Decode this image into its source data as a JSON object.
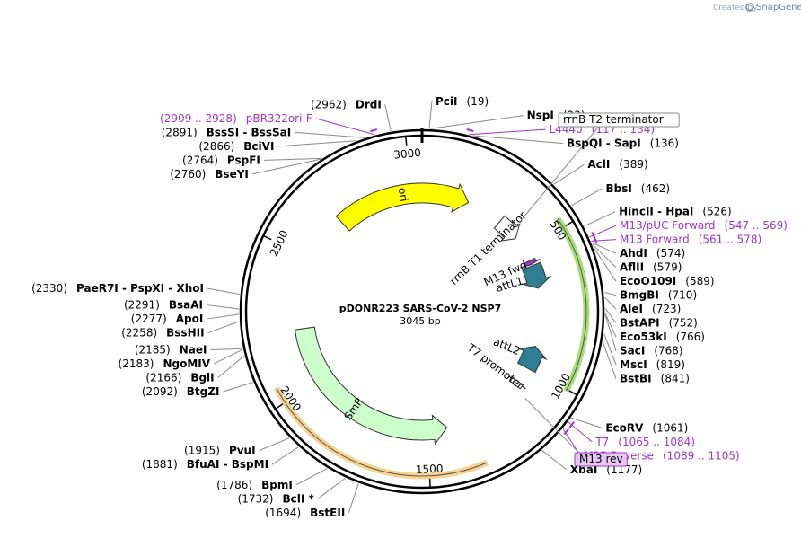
{
  "branding": {
    "created_by": "Created by",
    "app": "SnapGene"
  },
  "plasmid": {
    "name": "pDONR223 SARS-CoV-2 NSP7",
    "length_label": "3045 bp",
    "length": 3045
  },
  "colors": {
    "ori": "#ffff00",
    "smr": "#ccffcc",
    "attl": "#2f7f93",
    "promoter": "#ffffff",
    "terminator": "#ffffff",
    "orf_highlight_green": "#8ad24a",
    "orf_highlight_orange": "#f6c46a",
    "primer": "#9f36c7",
    "backbone": "#000000"
  },
  "ticks": [
    {
      "pos": 500,
      "label": "500"
    },
    {
      "pos": 1000,
      "label": "1000"
    },
    {
      "pos": 1500,
      "label": "1500"
    },
    {
      "pos": 2000,
      "label": "2000"
    },
    {
      "pos": 2500,
      "label": "2500"
    },
    {
      "pos": 3000,
      "label": "3000"
    }
  ],
  "sites": [
    {
      "pos": 19,
      "side": "R",
      "name": "PciI",
      "position_text": "(19)"
    },
    {
      "pos": 23,
      "side": "R",
      "name": "NspI",
      "position_text": "(23)"
    },
    {
      "pos": 136,
      "side": "R",
      "name": "BspQI  -  SapI",
      "position_text": "(136)"
    },
    {
      "pos": 389,
      "side": "R",
      "name": "AclI",
      "position_text": "(389)"
    },
    {
      "pos": 462,
      "side": "R",
      "name": "BbsI",
      "position_text": "(462)"
    },
    {
      "pos": 526,
      "side": "R",
      "name": "HincII  -  HpaI",
      "position_text": "(526)"
    },
    {
      "pos": 574,
      "side": "R",
      "name": "AhdI",
      "position_text": "(574)"
    },
    {
      "pos": 579,
      "side": "R",
      "name": "AflII",
      "position_text": "(579)"
    },
    {
      "pos": 589,
      "side": "R",
      "name": "EcoO109I",
      "position_text": "(589)"
    },
    {
      "pos": 710,
      "side": "R",
      "name": "BmgBI",
      "position_text": "(710)"
    },
    {
      "pos": 723,
      "side": "R",
      "name": "AleI",
      "position_text": "(723)"
    },
    {
      "pos": 752,
      "side": "R",
      "name": "BstAPI",
      "position_text": "(752)"
    },
    {
      "pos": 766,
      "side": "R",
      "name": "Eco53kI",
      "position_text": "(766)"
    },
    {
      "pos": 768,
      "side": "R",
      "name": "SacI",
      "position_text": "(768)"
    },
    {
      "pos": 819,
      "side": "R",
      "name": "MscI",
      "position_text": "(819)"
    },
    {
      "pos": 841,
      "side": "R",
      "name": "BstBI",
      "position_text": "(841)"
    },
    {
      "pos": 1061,
      "side": "R",
      "name": "EcoRV",
      "position_text": "(1061)"
    },
    {
      "pos": 1177,
      "side": "R",
      "name": "XbaI",
      "position_text": "(1177)"
    },
    {
      "pos": 1694,
      "side": "L",
      "name": "BstEII",
      "position_text": "(1694)"
    },
    {
      "pos": 1732,
      "side": "L",
      "name": "BclI *",
      "position_text": "(1732)"
    },
    {
      "pos": 1786,
      "side": "L",
      "name": "BpmI",
      "position_text": "(1786)"
    },
    {
      "pos": 1881,
      "side": "L",
      "name": "BfuAI  -  BspMI",
      "position_text": "(1881)"
    },
    {
      "pos": 1915,
      "side": "L",
      "name": "PvuI",
      "position_text": "(1915)"
    },
    {
      "pos": 2092,
      "side": "L",
      "name": "BtgZI",
      "position_text": "(2092)"
    },
    {
      "pos": 2166,
      "side": "L",
      "name": "BglI",
      "position_text": "(2166)"
    },
    {
      "pos": 2183,
      "side": "L",
      "name": "NgoMIV",
      "position_text": "(2183)"
    },
    {
      "pos": 2185,
      "side": "L",
      "name": "NaeI",
      "position_text": "(2185)"
    },
    {
      "pos": 2258,
      "side": "L",
      "name": "BssHII",
      "position_text": "(2258)"
    },
    {
      "pos": 2277,
      "side": "L",
      "name": "ApoI",
      "position_text": "(2277)"
    },
    {
      "pos": 2291,
      "side": "L",
      "name": "BsaAI",
      "position_text": "(2291)"
    },
    {
      "pos": 2330,
      "side": "L",
      "name": "PaeR7I  -  PspXI  -  XhoI",
      "position_text": "(2330)"
    },
    {
      "pos": 2760,
      "side": "L",
      "name": "BseYI",
      "position_text": "(2760)"
    },
    {
      "pos": 2764,
      "side": "L",
      "name": "PspFI",
      "position_text": "(2764)"
    },
    {
      "pos": 2866,
      "side": "L",
      "name": "BciVI",
      "position_text": "(2866)"
    },
    {
      "pos": 2891,
      "side": "L",
      "name": "BssSI  -  BssSaI",
      "position_text": "(2891)"
    },
    {
      "pos": 2962,
      "side": "L",
      "name": "DrdI",
      "position_text": "(2962)"
    }
  ],
  "primers": [
    {
      "start": 117,
      "end": 134,
      "side": "R",
      "name": "L4440",
      "range_text": "(117 .. 134)"
    },
    {
      "start": 547,
      "end": 569,
      "side": "R",
      "name": "M13/pUC Forward",
      "range_text": "(547 .. 569)"
    },
    {
      "start": 561,
      "end": 578,
      "side": "R",
      "name": "M13 Forward",
      "range_text": "(561 .. 578)"
    },
    {
      "start": 1065,
      "end": 1084,
      "side": "R",
      "name": "T7",
      "range_text": "(1065 .. 1084)"
    },
    {
      "start": 1089,
      "end": 1105,
      "side": "R",
      "name": "M13 Reverse",
      "range_text": "(1089 .. 1105)"
    },
    {
      "start": 2909,
      "end": 2928,
      "side": "L",
      "name": "pBR322ori-F",
      "range_text": "(2909 .. 2928)"
    }
  ],
  "callouts": [
    {
      "name": "rrnB T2 terminator"
    },
    {
      "name": "M13 rev"
    }
  ],
  "features": [
    {
      "name": "ori",
      "start": 2690,
      "end": 3240,
      "r": 132,
      "w": 22,
      "dir": "cw",
      "color_key": "ori",
      "label_rot": true
    },
    {
      "name": "SmR",
      "start": 1420,
      "end": 2215,
      "r": 132,
      "w": 22,
      "dir": "ccw",
      "color_key": "smr",
      "label_rot": true
    },
    {
      "name": "rrnB T1 terminator",
      "start": 345,
      "end": 440,
      "r": 132,
      "w": 18,
      "dir": "cw",
      "color_key": "terminator",
      "label_rot": true
    },
    {
      "name": "M13 fwd",
      "start": 547,
      "end": 564,
      "r": 132,
      "w": 14,
      "dir": "cw",
      "color_key": "primer",
      "label_rot": true
    },
    {
      "name": "attL1",
      "start": 570,
      "end": 665,
      "r": 132,
      "w": 22,
      "dir": "cw",
      "color_key": "attl",
      "label_rot": true
    },
    {
      "name": "attL2",
      "start": 905,
      "end": 1000,
      "r": 132,
      "w": 22,
      "dir": "ccw",
      "color_key": "attl",
      "label_rot": true
    },
    {
      "name": "T7 promoter",
      "start": 1065,
      "end": 1084,
      "r": 132,
      "w": 14,
      "dir": "ccw",
      "color_key": "promoter",
      "label_rot": true
    }
  ],
  "highlights": [
    {
      "start": 470,
      "end": 1005,
      "color_key": "orf_highlight_green"
    },
    {
      "start": 1325,
      "end": 2050,
      "color_key": "orf_highlight_orange"
    }
  ]
}
